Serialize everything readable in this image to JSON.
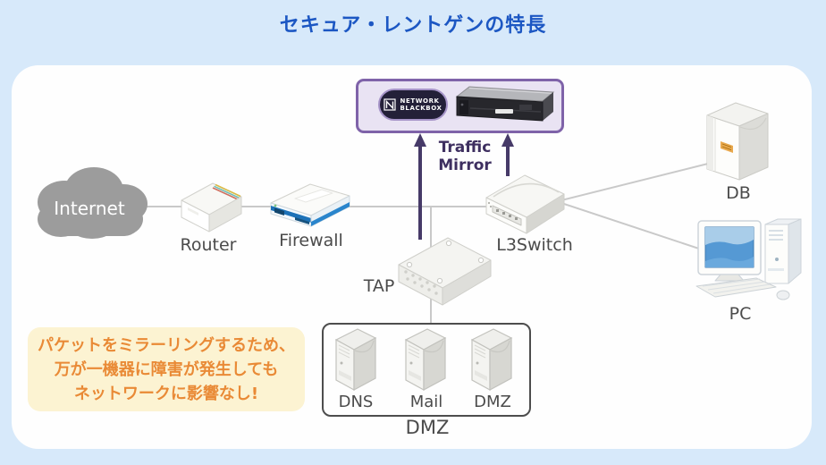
{
  "title": "セキュア・レントゲンの特長",
  "appliance": {
    "logo": {
      "line1": "NETWORK",
      "line2": "BLACKBOX"
    }
  },
  "traffic_mirror": {
    "line1": "Traffic",
    "line2": "Mirror"
  },
  "nodes": {
    "internet": {
      "label": "Internet"
    },
    "router": {
      "label": "Router"
    },
    "firewall": {
      "label": "Firewall"
    },
    "tap": {
      "label": "TAP"
    },
    "l3switch": {
      "label": "L3Switch"
    },
    "db": {
      "label": "DB"
    },
    "pc": {
      "label": "PC"
    }
  },
  "dmz": {
    "zone_label": "DMZ",
    "servers": [
      {
        "label": "DNS"
      },
      {
        "label": "Mail"
      },
      {
        "label": "DMZ"
      }
    ]
  },
  "callout": {
    "line1": "パケットをミラーリングするため、",
    "line2": "万が一機器に障害が発生しても",
    "line3": "ネットワークに影響なし!"
  },
  "colors": {
    "background": "#d7e9fa",
    "panel": "#fefefe",
    "title_text": "#1c57c3",
    "callout_bg": "#fcf3d2",
    "callout_text": "#e98a36",
    "arrow_purple": "#463a68",
    "appliance_border": "#7f63a9",
    "appliance_bg": "#e9e3f3",
    "logo_bg": "#232038",
    "connector_gray": "#c9c9c9",
    "label_text": "#4b4b4b"
  }
}
